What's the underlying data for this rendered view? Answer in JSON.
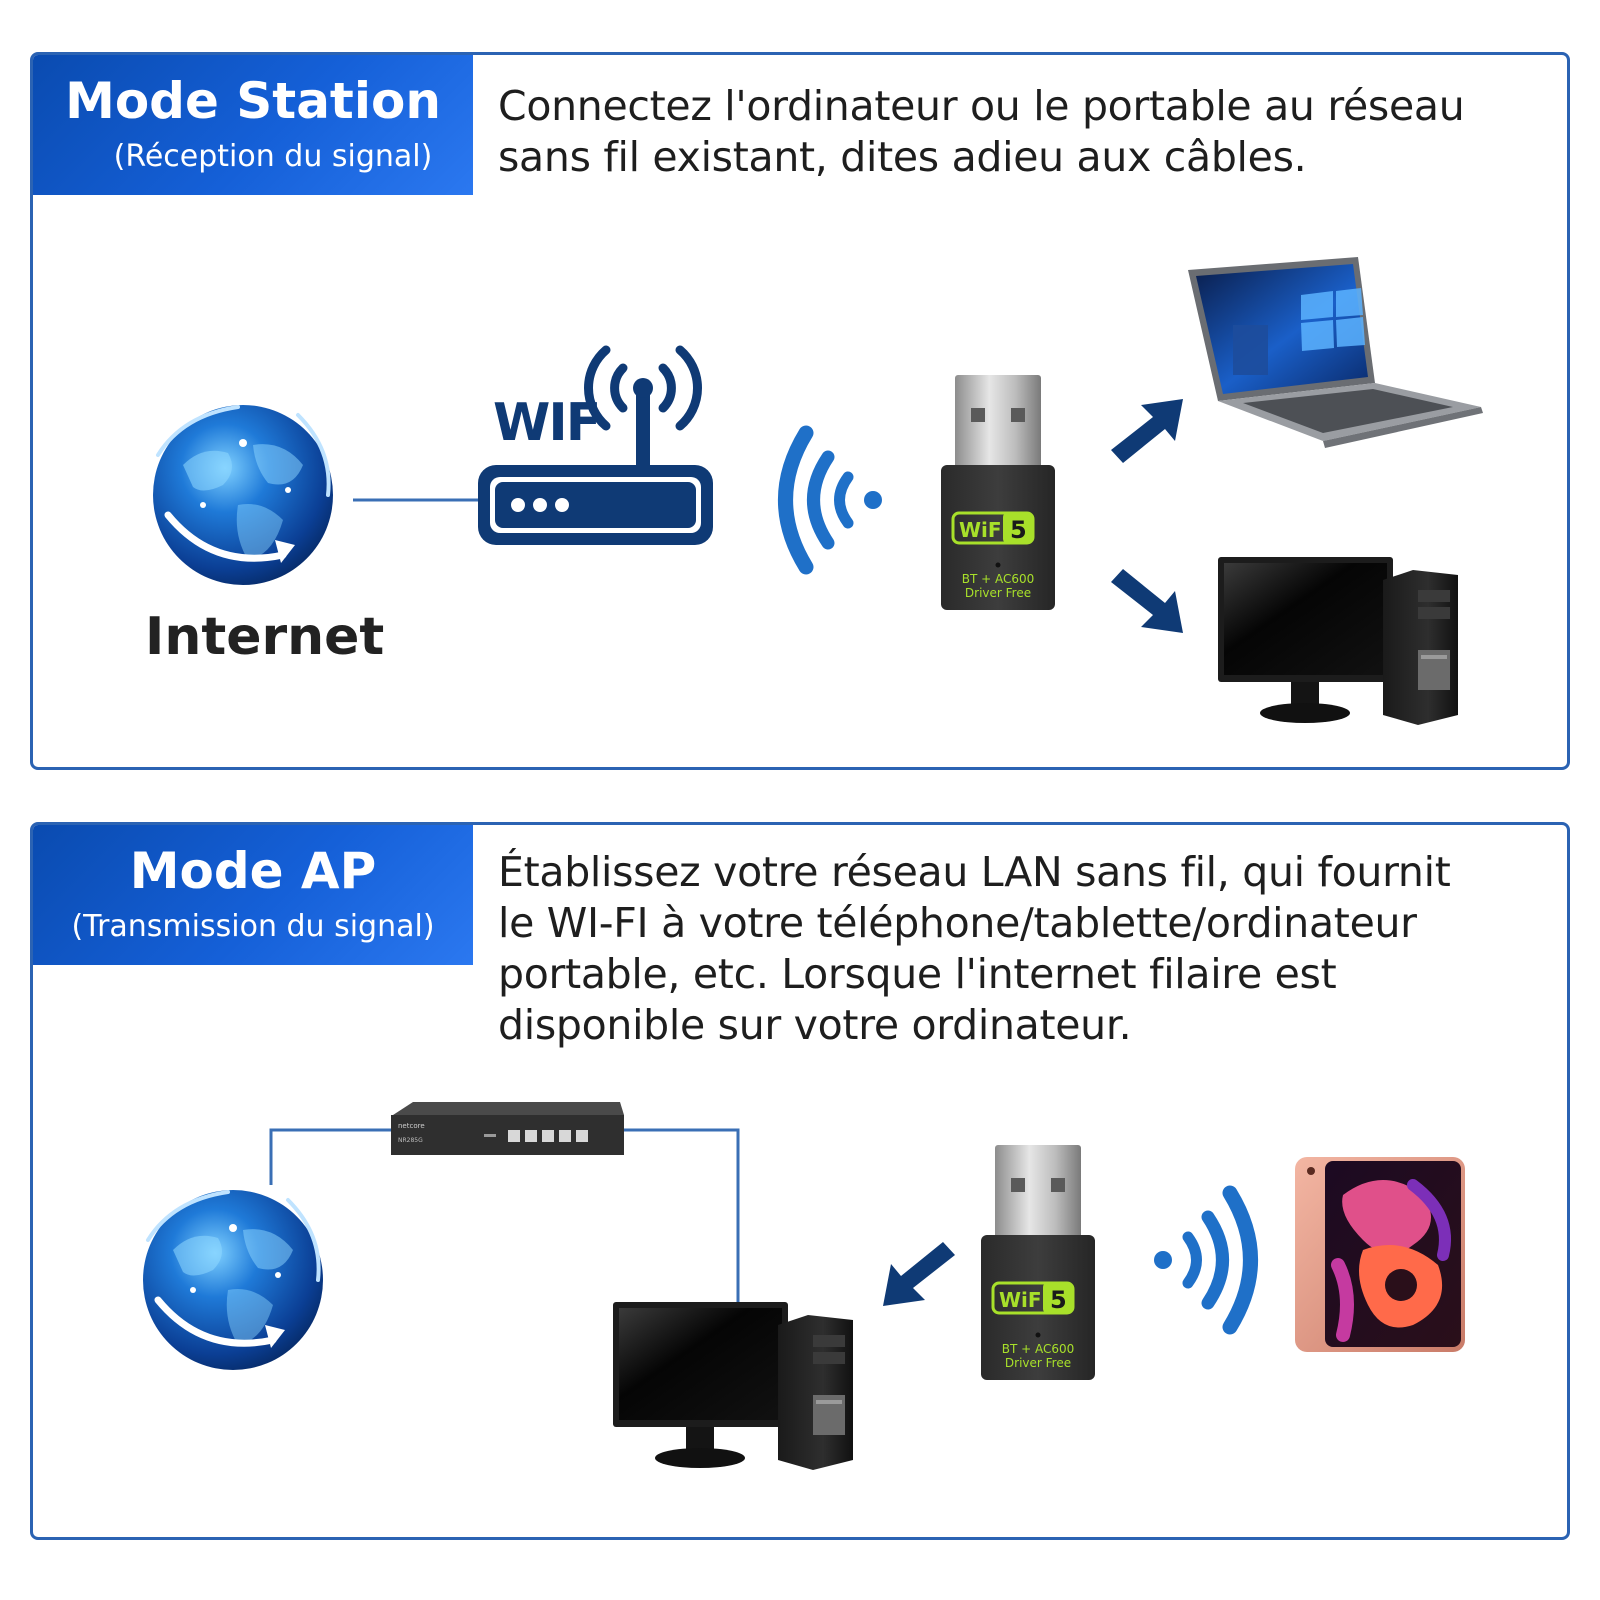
{
  "station": {
    "mode_title": "Mode Station",
    "mode_subtitle": "(Réception du signal)",
    "description_lines": [
      "Connectez l'ordinateur ou le portable au réseau",
      "sans fil existant, dites adieu aux câbles."
    ],
    "internet_label": "Internet",
    "router_label": "WIF"
  },
  "ap": {
    "mode_title": "Mode AP",
    "mode_subtitle": "(Transmission du signal)",
    "description_lines": [
      "Établissez votre réseau LAN sans fil, qui fournit",
      "le WI-FI à votre téléphone/tablette/ordinateur",
      "portable, etc. Lorsque l'internet filaire est",
      "disponible sur votre ordinateur."
    ]
  },
  "adapter": {
    "brand": "WiFi",
    "brand_number": "5",
    "spec_line1": "BT + AC600",
    "spec_line2": "Driver Free"
  },
  "switch": {
    "brand": "netcore",
    "model": "NR285G"
  },
  "colors": {
    "accent": "#1560d8",
    "border": "#2b63b3",
    "navy": "#0f3a75",
    "adapter_green": "#a8e02a"
  },
  "icons": [
    "globe-icon",
    "router-icon",
    "wifi-signal-icon",
    "usb-wifi-adapter-icon",
    "laptop-icon",
    "desktop-computer-icon",
    "network-switch-icon",
    "tablet-icon",
    "arrow-icon"
  ]
}
